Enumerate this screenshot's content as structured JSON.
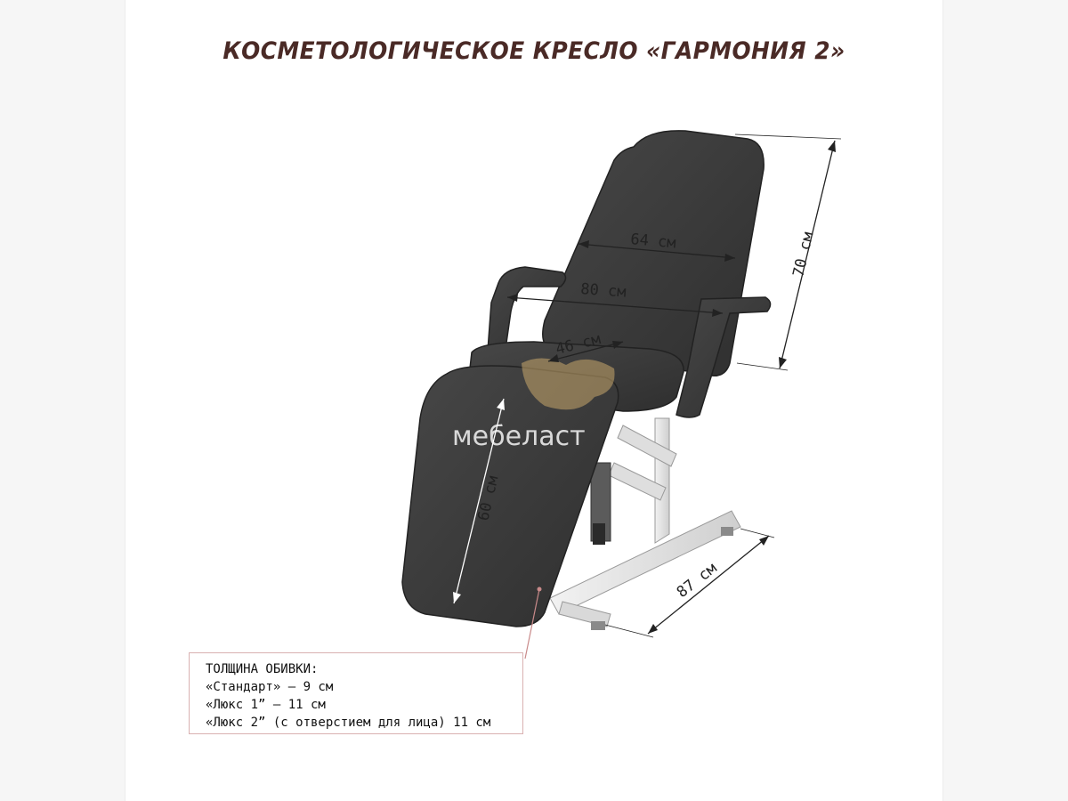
{
  "title": "КОСМЕТОЛОГИЧЕСКОЕ КРЕСЛО «ГАРМОНИЯ 2»",
  "dimensions": {
    "backrest_width": "64 см",
    "armrest_span": "80 см",
    "seat_depth": "46 см",
    "backrest_height": "70 см",
    "leg_section_length": "60 см",
    "base_length": "87 см"
  },
  "watermark": "мебеласт",
  "upholstery": {
    "heading": "ТОЛЩИНА ОБИВКИ:",
    "lines": [
      "«Стандарт» – 9 см",
      "«Люкс 1” – 11 см",
      "«Люкс 2” (с отверстием для лица) 11 см"
    ]
  },
  "colors": {
    "title": "#4a2a26",
    "upholstery": "#3a3a3a",
    "frame": "#e6e6e6",
    "callout_line": "#c98a8a"
  }
}
